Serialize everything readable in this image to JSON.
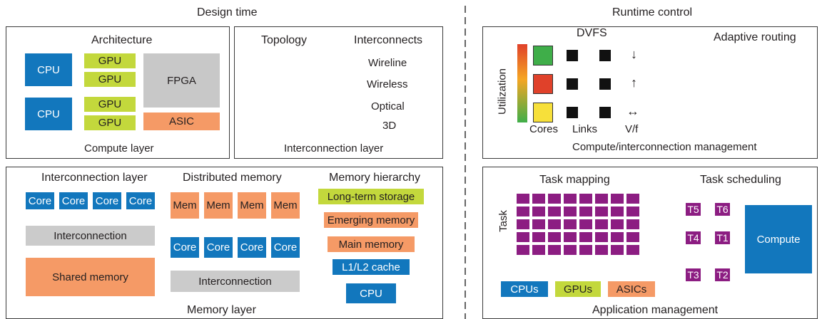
{
  "headers": {
    "design": "Design time",
    "runtime": "Runtime control"
  },
  "compute": {
    "title": "Architecture",
    "cpu1": "CPU",
    "cpu2": "CPU",
    "gpus": [
      "GPU",
      "GPU",
      "GPU",
      "GPU"
    ],
    "fpga": "FPGA",
    "asic": "ASIC",
    "footer": "Compute layer"
  },
  "interconnect": {
    "topology": "Topology",
    "interconnects": "Interconnects",
    "wireline": "Wireline",
    "wireless": "Wireless",
    "optical": "Optical",
    "three_d": "3D",
    "footer": "Interconnection layer"
  },
  "memory": {
    "interconnection_layer": "Interconnection layer",
    "distributed_memory": "Distributed memory",
    "memory_hierarchy": "Memory hierarchy",
    "core": "Core",
    "interconnection": "Interconnection",
    "shared_memory": "Shared memory",
    "mem": "Mem",
    "hierarchy": [
      "Long-term storage",
      "Emerging memory",
      "Main memory",
      "L1/L2 cache",
      "CPU"
    ],
    "footer": "Memory layer"
  },
  "runtime": {
    "dvfs": "DVFS",
    "utilization": "Utilization",
    "cores": "Cores",
    "links": "Links",
    "vf": "V/f",
    "arrow_down": "↓",
    "arrow_up": "↑",
    "arrow_lr": "↔",
    "adaptive_routing": "Adaptive routing",
    "footer": "Compute/interconnection management"
  },
  "app": {
    "task_mapping": "Task mapping",
    "task": "Task",
    "task_scheduling": "Task scheduling",
    "targets": [
      "CPUs",
      "GPUs",
      "ASICs"
    ],
    "tasks": {
      "t1": "T1",
      "t2": "T2",
      "t3": "T3",
      "t4": "T4",
      "t5": "T5",
      "t6": "T6"
    },
    "compute": "Compute",
    "footer": "Application management"
  },
  "colors": {
    "blue": "#1277bd",
    "green": "#c3d83c",
    "orange": "#f59a66",
    "gray": "#cbcbcb",
    "purple": "#8c1d82",
    "red": "#e0412a",
    "yellow": "#f7e03a",
    "light_green": "#3fae49"
  }
}
